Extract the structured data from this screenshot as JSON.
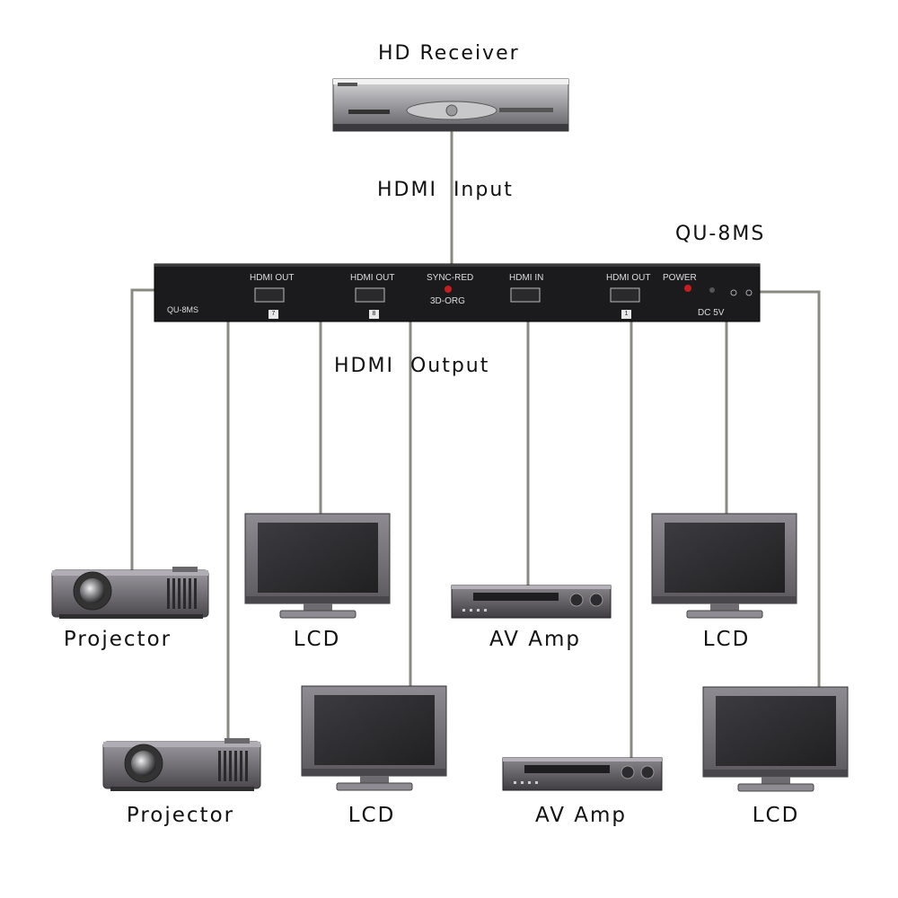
{
  "labels": {
    "receiver": "HD Receiver",
    "hdmi_input": "HDMI  Input",
    "model": "QU-8MS",
    "hdmi_output": "HDMI  Output"
  },
  "panel": {
    "model_tag": "QU-8MS",
    "hdmi_out": "HDMI OUT",
    "sync_red": "SYNC-RED",
    "org_3d": "3D-ORG",
    "hdmi_in": "HDMI IN",
    "power": "POWER",
    "dc": "DC 5V",
    "port_a": "7",
    "port_b": "8",
    "port_c": "1"
  },
  "devices": {
    "projector_1": "Projector",
    "lcd_1": "LCD",
    "av_amp_1": "AV Amp",
    "lcd_2": "LCD",
    "projector_2": "Projector",
    "lcd_3": "LCD",
    "av_amp_2": "AV Amp",
    "lcd_4": "LCD"
  },
  "colors": {
    "cable": "#8a8a80",
    "panel": "#1b1b1d",
    "device": "#5a585d",
    "screen": "#2a2a2c"
  }
}
